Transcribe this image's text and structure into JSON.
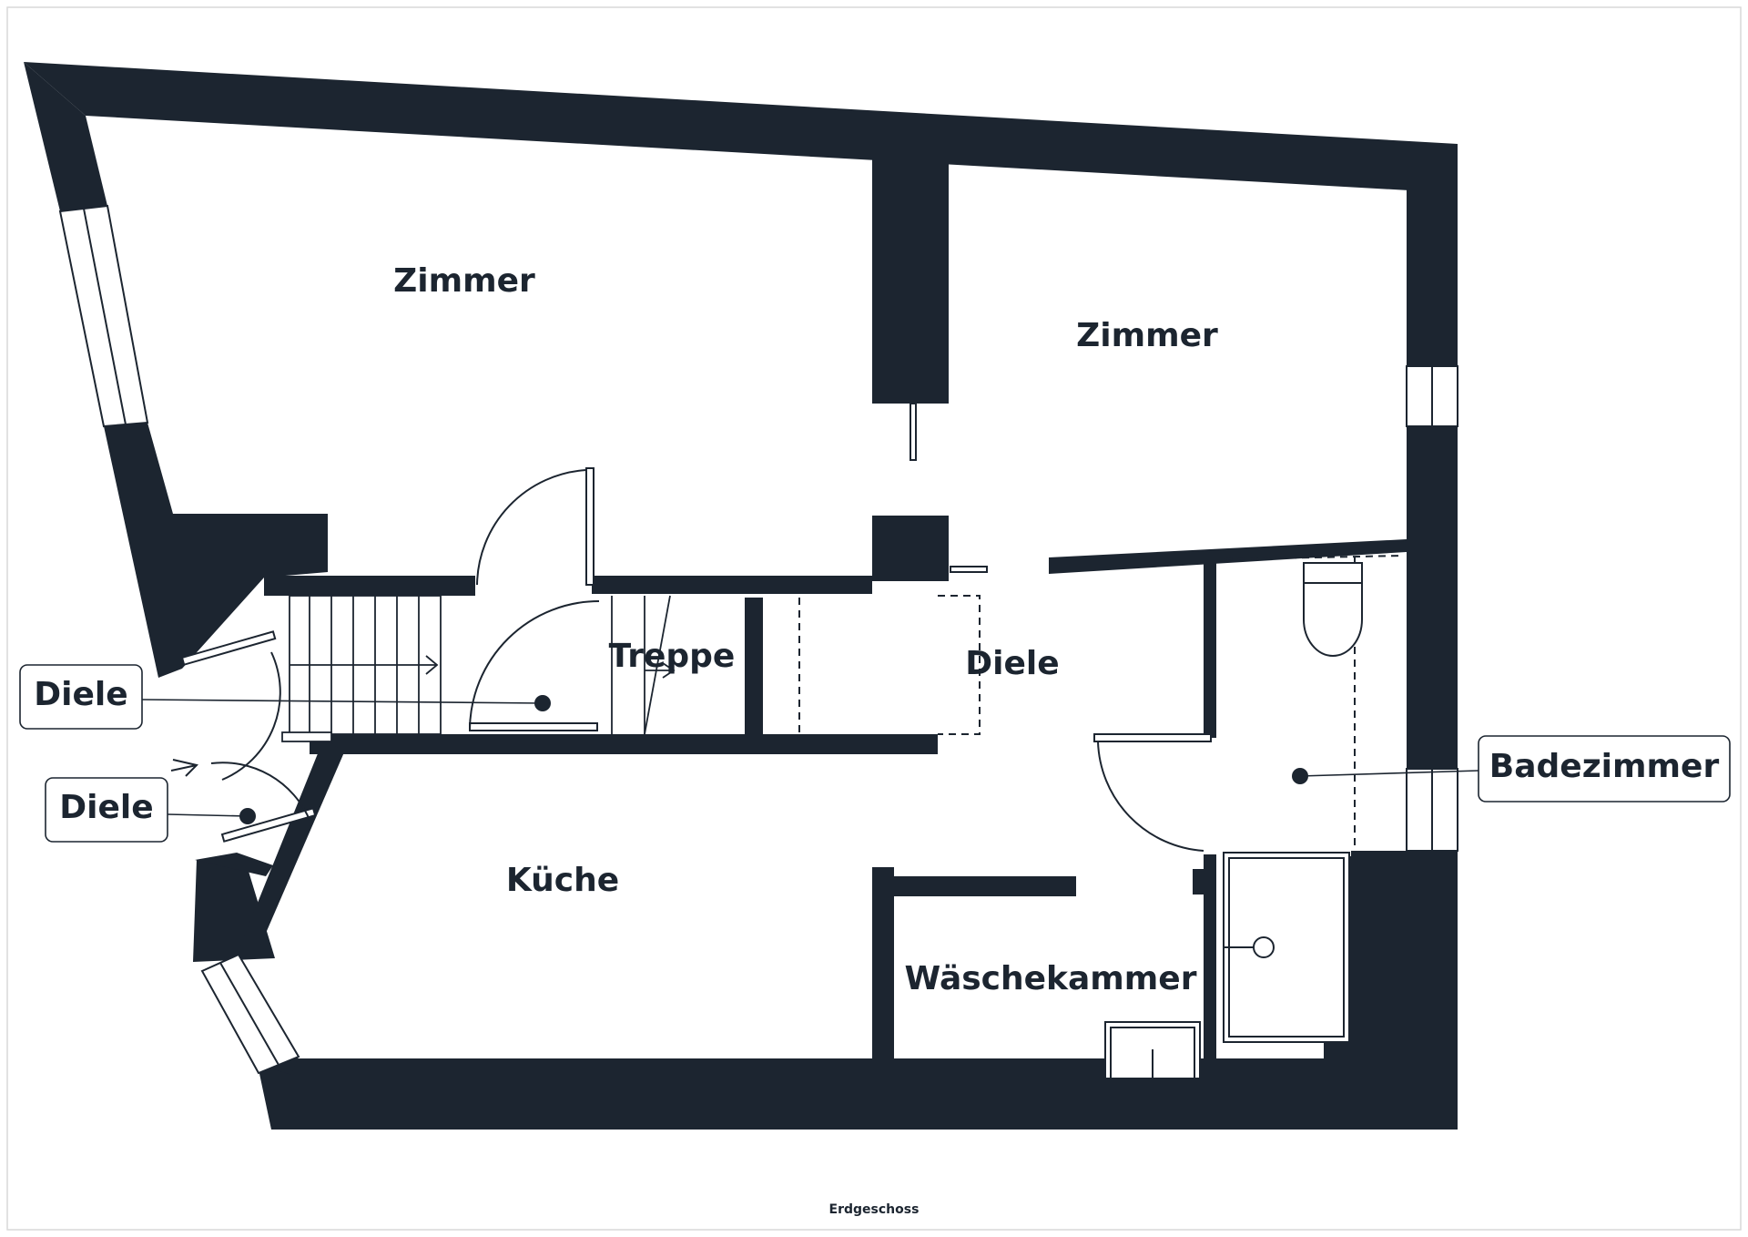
{
  "plan": {
    "floor_name": "Erdgeschoss",
    "colors": {
      "wall": "#1c2530",
      "background": "#ffffff",
      "line": "#1c2530"
    }
  },
  "rooms": {
    "zimmer_1": "Zimmer",
    "zimmer_2": "Zimmer",
    "treppe": "Treppe",
    "diele_main": "Diele",
    "kueche": "Küche",
    "waeschekammer": "Wäschekammer"
  },
  "callouts": {
    "diele_upper": "Diele",
    "diele_lower": "Diele",
    "badezimmer": "Badezimmer"
  }
}
